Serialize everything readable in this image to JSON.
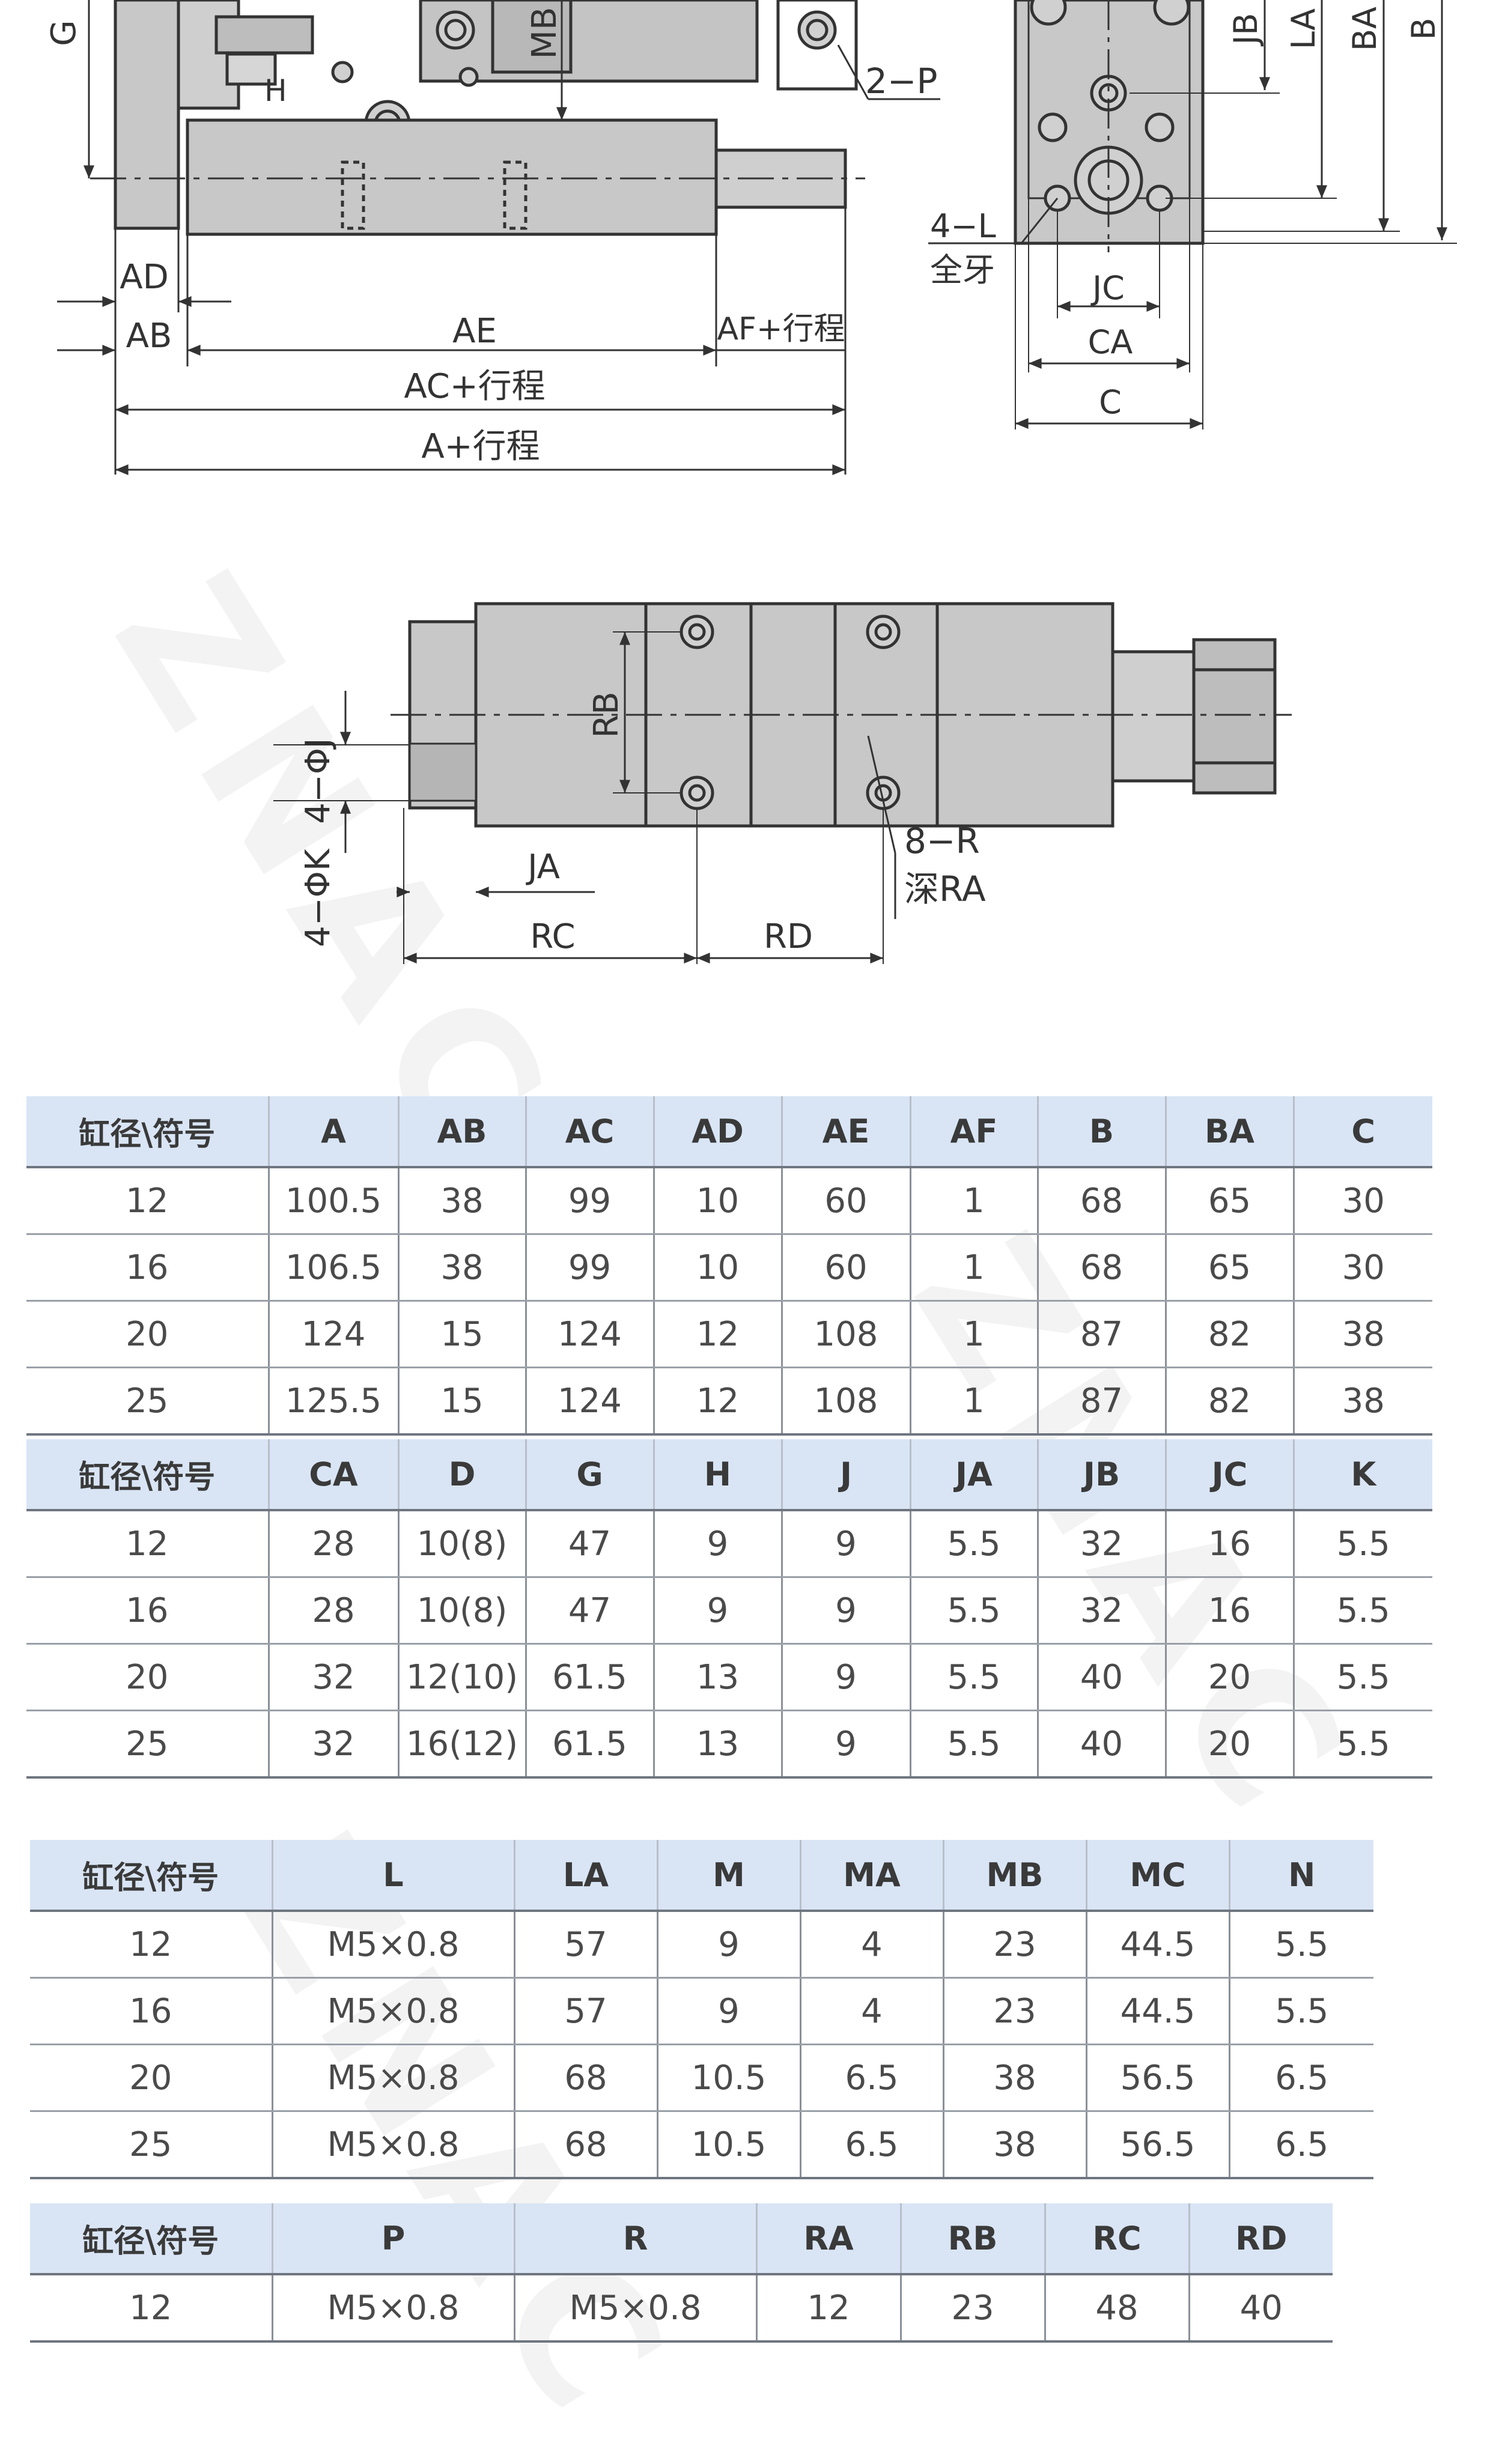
{
  "watermark": "ZNAC",
  "drawings": {
    "side_view": {
      "G": "G",
      "MB": "MB",
      "H": "H",
      "P": "2−P",
      "AD": "AD",
      "AB": "AB",
      "AE": "AE",
      "AF": "AF+行程",
      "AC": "AC+行程",
      "A": "A+行程"
    },
    "end_view": {
      "JB": "JB",
      "LA": "LA",
      "BA": "BA",
      "B": "B",
      "L": "4−L",
      "L_note": "全牙",
      "JC": "JC",
      "CA": "CA",
      "C": "C"
    },
    "bottom_view": {
      "J": "4−ΦJ",
      "K": "4−ΦK",
      "JA": "JA",
      "RB": "RB",
      "R": "8−R",
      "RA": "深RA",
      "RC": "RC",
      "RD": "RD"
    }
  },
  "tables": [
    {
      "headers": [
        "缸径\\符号",
        "A",
        "AB",
        "AC",
        "AD",
        "AE",
        "AF",
        "B",
        "BA",
        "C"
      ],
      "rows": [
        [
          "12",
          "100.5",
          "38",
          "99",
          "10",
          "60",
          "1",
          "68",
          "65",
          "30"
        ],
        [
          "16",
          "106.5",
          "38",
          "99",
          "10",
          "60",
          "1",
          "68",
          "65",
          "30"
        ],
        [
          "20",
          "124",
          "15",
          "124",
          "12",
          "108",
          "1",
          "87",
          "82",
          "38"
        ],
        [
          "25",
          "125.5",
          "15",
          "124",
          "12",
          "108",
          "1",
          "87",
          "82",
          "38"
        ]
      ]
    },
    {
      "headers": [
        "缸径\\符号",
        "CA",
        "D",
        "G",
        "H",
        "J",
        "JA",
        "JB",
        "JC",
        "K"
      ],
      "rows": [
        [
          "12",
          "28",
          "10(8)",
          "47",
          "9",
          "9",
          "5.5",
          "32",
          "16",
          "5.5"
        ],
        [
          "16",
          "28",
          "10(8)",
          "47",
          "9",
          "9",
          "5.5",
          "32",
          "16",
          "5.5"
        ],
        [
          "20",
          "32",
          "12(10)",
          "61.5",
          "13",
          "9",
          "5.5",
          "40",
          "20",
          "5.5"
        ],
        [
          "25",
          "32",
          "16(12)",
          "61.5",
          "13",
          "9",
          "5.5",
          "40",
          "20",
          "5.5"
        ]
      ]
    },
    {
      "headers": [
        "缸径\\符号",
        "L",
        "LA",
        "M",
        "MA",
        "MB",
        "MC",
        "N"
      ],
      "rows": [
        [
          "12",
          "M5×0.8",
          "57",
          "9",
          "4",
          "23",
          "44.5",
          "5.5"
        ],
        [
          "16",
          "M5×0.8",
          "57",
          "9",
          "4",
          "23",
          "44.5",
          "5.5"
        ],
        [
          "20",
          "M5×0.8",
          "68",
          "10.5",
          "6.5",
          "38",
          "56.5",
          "6.5"
        ],
        [
          "25",
          "M5×0.8",
          "68",
          "10.5",
          "6.5",
          "38",
          "56.5",
          "6.5"
        ]
      ]
    },
    {
      "headers": [
        "缸径\\符号",
        "P",
        "R",
        "RA",
        "RB",
        "RC",
        "RD"
      ],
      "rows": [
        [
          "12",
          "M5×0.8",
          "M5×0.8",
          "12",
          "23",
          "48",
          "40"
        ]
      ]
    }
  ]
}
